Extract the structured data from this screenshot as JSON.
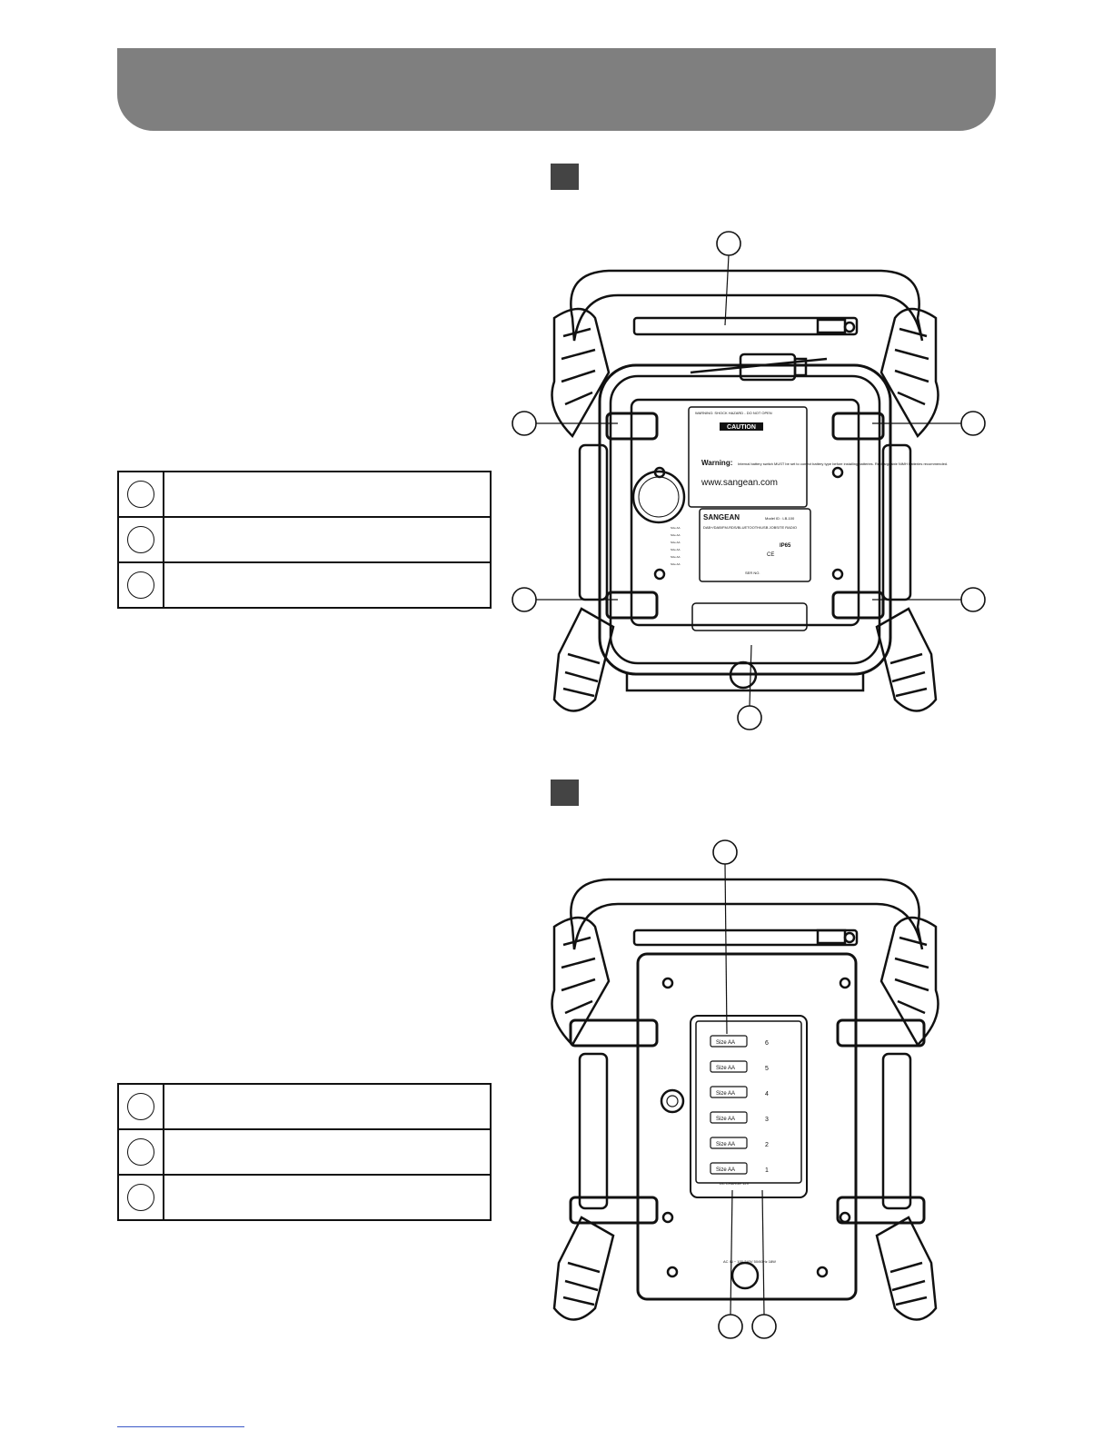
{
  "diagram_a": {
    "label_warning_heading": "WARNING: SHOCK HAZARD - DO NOT OPEN",
    "caution": "CAUTION",
    "warning_text": "Warning:",
    "warning_body": "Internal battery switch MUST be set to correct battery type before installing batteries. Rechargeable NiMH batteries recommended.",
    "website": "www.sangean.com",
    "brand": "SANGEAN",
    "model": "Model ID : LB-100",
    "product_line": "DAB+/DAB/FM-RDS/BLUETOOTH/USB JOBSITE RADIO",
    "ip_rating": "IP65",
    "ce": "CE",
    "serial": "SER NO.",
    "battery_slots": [
      "Size AA",
      "Size AA",
      "Size AA",
      "Size AA",
      "Size AA",
      "Size AA"
    ]
  },
  "diagram_b": {
    "battery_label": "Size AA",
    "battery_numbers": [
      "6",
      "5",
      "4",
      "3",
      "2",
      "1"
    ],
    "dc_label": "DC CHARGE 12V",
    "ac_label": "AC IN ~ 100-240V 50/60Hz 18W"
  },
  "legend_top": {
    "rows": [
      {
        "text": ""
      },
      {
        "text": ""
      },
      {
        "text": ""
      }
    ]
  },
  "legend_bottom": {
    "rows": [
      {
        "text": ""
      },
      {
        "text": ""
      },
      {
        "text": ""
      }
    ]
  },
  "colors": {
    "header": "#7f7f7f",
    "marker": "#444444",
    "ink": "#111111",
    "link": "#3b58c7"
  }
}
